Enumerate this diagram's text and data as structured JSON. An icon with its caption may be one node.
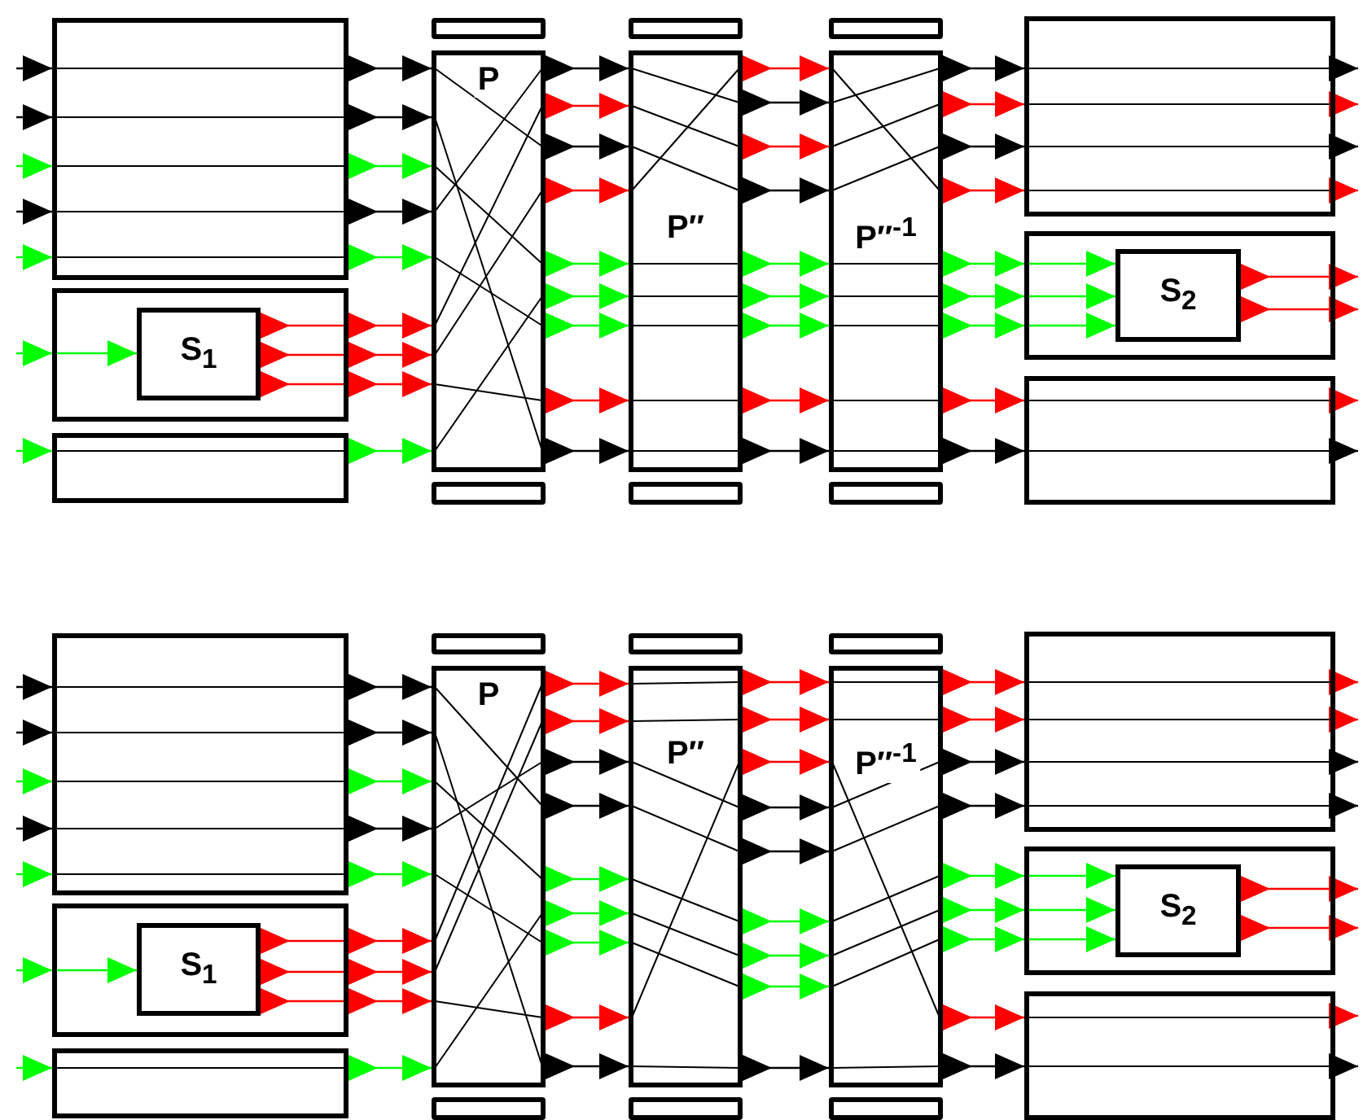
{
  "diagram": {
    "nodes": [
      {
        "text": [],
        "shape": "box"
      },
      {
        "text": [],
        "shape": "box"
      },
      {
        "text": [
          "S$_{1}$"
        ],
        "in": 1
      },
      {
        "text": [],
        "shape": "box"
      },
      {
        "text": [],
        "shape": "bar"
      },
      {
        "text": [
          "P"
        ]
      },
      {
        "text": [],
        "shape": "bar"
      },
      {
        "text": [],
        "shape": "bar"
      },
      {
        "text": [
          "P″"
        ]
      },
      {
        "text": [],
        "shape": "bar"
      },
      {
        "text": [],
        "shape": "bar"
      },
      {
        "text": [
          "P″$^{-1}$"
        ]
      },
      {
        "text": [],
        "shape": "bar"
      },
      {
        "text": [],
        "shape": "box"
      },
      {
        "text": [],
        "shape": "box"
      },
      {
        "text": [
          "S$_{2}$"
        ],
        "in": 14
      },
      {
        "text": [],
        "shape": "box"
      },
      {
        "text": [],
        "shape": "box"
      },
      {
        "text": [],
        "shape": "box"
      },
      {
        "text": [
          "S$_{1}$"
        ],
        "in": 18
      },
      {
        "text": [],
        "shape": "box"
      },
      {
        "text": [],
        "shape": "bar"
      },
      {
        "text": [
          "P"
        ]
      },
      {
        "text": [],
        "shape": "bar"
      },
      {
        "text": [],
        "shape": "bar"
      },
      {
        "text": [
          "P″"
        ]
      },
      {
        "text": [],
        "shape": "bar"
      },
      {
        "text": [],
        "shape": "bar"
      },
      {
        "text": [
          "P″$^{-1}$"
        ]
      },
      {
        "text": [],
        "shape": "bar"
      },
      {
        "text": [],
        "shape": "box"
      },
      {
        "text": [],
        "shape": "box"
      },
      {
        "text": [
          "S$_{2}$"
        ],
        "in": 31
      },
      {
        "text": [],
        "shape": "box"
      }
    ],
    "edges": [
      {
        "from": null,
        "to": 0,
        "arrow": "to"
      },
      {
        "from": null,
        "to": 0,
        "arrow": "to"
      },
      {
        "from": null,
        "to": 0,
        "arrow": "to",
        "color": "#00ff00"
      },
      {
        "from": null,
        "to": 0,
        "arrow": "to"
      },
      {
        "from": null,
        "to": 0,
        "arrow": "to",
        "color": "#00ff00"
      },
      {
        "from": null,
        "to": 2,
        "arrow": "to",
        "color": "#00ff00"
      },
      {
        "from": null,
        "to": 3,
        "arrow": "to",
        "color": "#00ff00"
      },
      {
        "from": 0,
        "to": 5,
        "arrow": "to"
      },
      {
        "from": 0,
        "to": 5,
        "arrow": "to"
      },
      {
        "from": 0,
        "to": 5,
        "arrow": "to",
        "color": "#00ff00"
      },
      {
        "from": 0,
        "to": 5,
        "arrow": "to"
      },
      {
        "from": 0,
        "to": 5,
        "arrow": "to",
        "color": "#00ff00"
      },
      {
        "from": 2,
        "to": 5,
        "arrow": "to",
        "color": "#ff0000"
      },
      {
        "from": 2,
        "to": 5,
        "arrow": "to",
        "color": "#ff0000"
      },
      {
        "from": 2,
        "to": 5,
        "arrow": "to",
        "color": "#ff0000"
      },
      {
        "from": 3,
        "to": 5,
        "arrow": "to",
        "color": "#00ff00"
      },
      {
        "from": 5,
        "to": 8,
        "arrow": "to"
      },
      {
        "from": 5,
        "to": 8,
        "arrow": "to",
        "color": "#ff0000"
      },
      {
        "from": 5,
        "to": 8,
        "arrow": "to"
      },
      {
        "from": 5,
        "to": 8,
        "arrow": "to",
        "color": "#ff0000"
      },
      {
        "from": 5,
        "to": 8,
        "arrow": "to",
        "color": "#00ff00"
      },
      {
        "from": 5,
        "to": 8,
        "arrow": "to",
        "color": "#00ff00"
      },
      {
        "from": 5,
        "to": 8,
        "arrow": "to",
        "color": "#00ff00"
      },
      {
        "from": 5,
        "to": 8,
        "arrow": "to",
        "color": "#ff0000"
      },
      {
        "from": 5,
        "to": 8,
        "arrow": "to"
      },
      {
        "from": 8,
        "to": 11,
        "arrow": "to",
        "color": "#ff0000"
      },
      {
        "from": 8,
        "to": 11,
        "arrow": "to"
      },
      {
        "from": 8,
        "to": 11,
        "arrow": "to",
        "color": "#ff0000"
      },
      {
        "from": 8,
        "to": 11,
        "arrow": "to"
      },
      {
        "from": 8,
        "to": 11,
        "arrow": "to",
        "color": "#00ff00"
      },
      {
        "from": 8,
        "to": 11,
        "arrow": "to",
        "color": "#00ff00"
      },
      {
        "from": 8,
        "to": 11,
        "arrow": "to",
        "color": "#00ff00"
      },
      {
        "from": 8,
        "to": 11,
        "arrow": "to",
        "color": "#ff0000"
      },
      {
        "from": 8,
        "to": 11,
        "arrow": "to"
      },
      {
        "from": 11,
        "to": 13,
        "arrow": "to"
      },
      {
        "from": 11,
        "to": 13,
        "arrow": "to",
        "color": "#ff0000"
      },
      {
        "from": 11,
        "to": 13,
        "arrow": "to"
      },
      {
        "from": 11,
        "to": 13,
        "arrow": "to",
        "color": "#ff0000"
      },
      {
        "from": 11,
        "to": 15,
        "arrow": "to",
        "color": "#00ff00"
      },
      {
        "from": 11,
        "to": 15,
        "arrow": "to",
        "color": "#00ff00"
      },
      {
        "from": 11,
        "to": 15,
        "arrow": "to",
        "color": "#00ff00"
      },
      {
        "from": 11,
        "to": 16,
        "arrow": "to",
        "color": "#ff0000"
      },
      {
        "from": 11,
        "to": 16,
        "arrow": "to"
      },
      {
        "from": 13,
        "to": null,
        "arrow": "to"
      },
      {
        "from": 13,
        "to": null,
        "arrow": "to",
        "color": "#ff0000"
      },
      {
        "from": 13,
        "to": null,
        "arrow": "to"
      },
      {
        "from": 13,
        "to": null,
        "arrow": "to",
        "color": "#ff0000"
      },
      {
        "from": 15,
        "to": null,
        "arrow": "to",
        "color": "#ff0000"
      },
      {
        "from": 15,
        "to": null,
        "arrow": "to",
        "color": "#ff0000"
      },
      {
        "from": 16,
        "to": null,
        "arrow": "to",
        "color": "#ff0000"
      },
      {
        "from": 16,
        "to": null,
        "arrow": "to"
      },
      {
        "from": null,
        "to": 17,
        "arrow": "to"
      },
      {
        "from": null,
        "to": 17,
        "arrow": "to"
      },
      {
        "from": null,
        "to": 17,
        "arrow": "to",
        "color": "#00ff00"
      },
      {
        "from": null,
        "to": 17,
        "arrow": "to"
      },
      {
        "from": null,
        "to": 17,
        "arrow": "to",
        "color": "#00ff00"
      },
      {
        "from": null,
        "to": 19,
        "arrow": "to",
        "color": "#00ff00"
      },
      {
        "from": null,
        "to": 20,
        "arrow": "to",
        "color": "#00ff00"
      },
      {
        "from": 17,
        "to": 22,
        "arrow": "to"
      },
      {
        "from": 17,
        "to": 22,
        "arrow": "to"
      },
      {
        "from": 17,
        "to": 22,
        "arrow": "to",
        "color": "#00ff00"
      },
      {
        "from": 17,
        "to": 22,
        "arrow": "to"
      },
      {
        "from": 17,
        "to": 22,
        "arrow": "to",
        "color": "#00ff00"
      },
      {
        "from": 19,
        "to": 22,
        "arrow": "to",
        "color": "#ff0000"
      },
      {
        "from": 19,
        "to": 22,
        "arrow": "to",
        "color": "#ff0000"
      },
      {
        "from": 19,
        "to": 22,
        "arrow": "to",
        "color": "#ff0000"
      },
      {
        "from": 20,
        "to": 22,
        "arrow": "to",
        "color": "#00ff00"
      },
      {
        "from": 22,
        "to": 25,
        "arrow": "to",
        "color": "#ff0000"
      },
      {
        "from": 22,
        "to": 25,
        "arrow": "to",
        "color": "#ff0000"
      },
      {
        "from": 22,
        "to": 25,
        "arrow": "to"
      },
      {
        "from": 22,
        "to": 25,
        "arrow": "to"
      },
      {
        "from": 22,
        "to": 25,
        "arrow": "to",
        "color": "#00ff00"
      },
      {
        "from": 22,
        "to": 25,
        "arrow": "to",
        "color": "#00ff00"
      },
      {
        "from": 22,
        "to": 25,
        "arrow": "to",
        "color": "#00ff00"
      },
      {
        "from": 22,
        "to": 25,
        "arrow": "to",
        "color": "#ff0000"
      },
      {
        "from": 22,
        "to": 25,
        "arrow": "to"
      },
      {
        "from": 25,
        "to": 28,
        "arrow": "to",
        "color": "#ff0000"
      },
      {
        "from": 25,
        "to": 28,
        "arrow": "to",
        "color": "#ff0000"
      },
      {
        "from": 25,
        "to": 28,
        "arrow": "to",
        "color": "#ff0000"
      },
      {
        "from": 25,
        "to": 28,
        "arrow": "to"
      },
      {
        "from": 25,
        "to": 28,
        "arrow": "to"
      },
      {
        "from": 25,
        "to": 28,
        "arrow": "to",
        "color": "#00ff00"
      },
      {
        "from": 25,
        "to": 28,
        "arrow": "to",
        "color": "#00ff00"
      },
      {
        "from": 25,
        "to": 28,
        "arrow": "to",
        "color": "#00ff00"
      },
      {
        "from": 25,
        "to": 28,
        "arrow": "to"
      },
      {
        "from": 28,
        "to": 30,
        "arrow": "to",
        "color": "#ff0000"
      },
      {
        "from": 28,
        "to": 30,
        "arrow": "to",
        "color": "#ff0000"
      },
      {
        "from": 28,
        "to": 30,
        "arrow": "to"
      },
      {
        "from": 28,
        "to": 30,
        "arrow": "to"
      },
      {
        "from": 28,
        "to": 32,
        "arrow": "to",
        "color": "#00ff00"
      },
      {
        "from": 28,
        "to": 32,
        "arrow": "to",
        "color": "#00ff00"
      },
      {
        "from": 28,
        "to": 32,
        "arrow": "to",
        "color": "#00ff00"
      },
      {
        "from": 28,
        "to": 33,
        "arrow": "to",
        "color": "#ff0000"
      },
      {
        "from": 28,
        "to": 33,
        "arrow": "to"
      },
      {
        "from": 30,
        "to": null,
        "arrow": "to",
        "color": "#ff0000"
      },
      {
        "from": 30,
        "to": null,
        "arrow": "to",
        "color": "#ff0000"
      },
      {
        "from": 30,
        "to": null,
        "arrow": "to"
      },
      {
        "from": 30,
        "to": null,
        "arrow": "to"
      },
      {
        "from": 32,
        "to": null,
        "arrow": "to",
        "color": "#ff0000"
      },
      {
        "from": 32,
        "to": null,
        "arrow": "to",
        "color": "#ff0000"
      },
      {
        "from": 33,
        "to": null,
        "arrow": "to",
        "color": "#ff0000"
      },
      {
        "from": 33,
        "to": null,
        "arrow": "to"
      }
    ]
  }
}
